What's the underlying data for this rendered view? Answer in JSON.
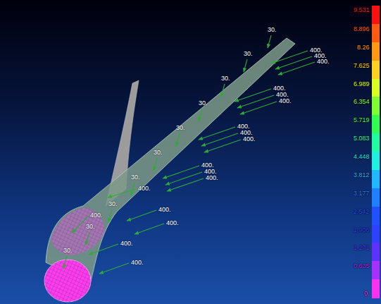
{
  "diagram": {
    "labels": [
      "30.",
      "30.",
      "30.",
      "30.",
      "30.",
      "30.",
      "30.",
      "30.",
      "30.",
      "30.",
      "400.",
      "400.",
      "400.",
      "400.",
      "400.",
      "400.",
      "400.",
      "400.",
      "400.",
      "400.",
      "400.",
      "400.",
      "400.",
      "400.",
      "400.",
      "400.",
      "400.",
      "400."
    ],
    "legend": [
      {
        "text": "9.531",
        "color": "#ff1010"
      },
      {
        "text": "8.896",
        "color": "#ff5a10"
      },
      {
        "text": "8.26",
        "color": "#ff9a10"
      },
      {
        "text": "7.625",
        "color": "#ffd020"
      },
      {
        "text": "6.989",
        "color": "#d8ff20"
      },
      {
        "text": "6.354",
        "color": "#80ff30"
      },
      {
        "text": "5.719",
        "color": "#30ff50"
      },
      {
        "text": "5.083",
        "color": "#20ffa0"
      },
      {
        "text": "4.448",
        "color": "#20f0e0"
      },
      {
        "text": "3.812",
        "color": "#20b8ff"
      },
      {
        "text": "3.177",
        "color": "#2080ff"
      },
      {
        "text": "2.542",
        "color": "#2050ff"
      },
      {
        "text": "1.906",
        "color": "#3040ff"
      },
      {
        "text": "1.271",
        "color": "#6030ff"
      },
      {
        "text": "0.635",
        "color": "#a830ff"
      },
      {
        "text": "0.",
        "color": "#ff30f0"
      }
    ]
  }
}
